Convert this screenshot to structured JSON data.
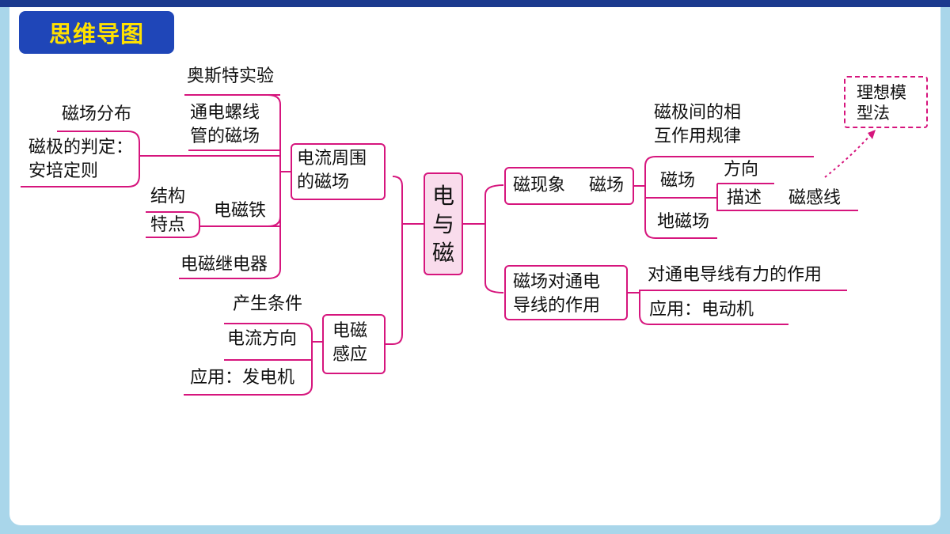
{
  "header": {
    "title": "思维导图"
  },
  "center": {
    "line1": "电",
    "line2": "与",
    "line3": "磁"
  },
  "left": {
    "current_field": {
      "line1": "电流周围",
      "line2": "的磁场"
    },
    "oersted": "奥斯特实验",
    "solenoid": {
      "line1": "通电螺线",
      "line2": "管的磁场"
    },
    "field_dist": "磁场分布",
    "pole_judge": {
      "line1": "磁极的判定：",
      "line2": "安培定则"
    },
    "electromagnet": "电磁铁",
    "structure": "结构",
    "features": "特点",
    "relay": "电磁继电器",
    "induction": {
      "line1": "电磁",
      "line2": "感应"
    },
    "conditions": "产生条件",
    "current_dir": "电流方向",
    "generator": "应用：发电机"
  },
  "right": {
    "phenomena": "磁现象",
    "field": "磁场",
    "pole_rule": {
      "line1": "磁极间的相",
      "line2": "互作用规律"
    },
    "field_sub": "磁场",
    "direction": "方向",
    "describe": "描述",
    "field_lines": "磁感线",
    "ideal_model": {
      "line1": "理想模",
      "line2": "型法"
    },
    "earth_field": "地磁场",
    "force": {
      "line1": "磁场对通电",
      "line2": "导线的作用"
    },
    "force_desc": "对通电导线有力的作用",
    "motor": "应用：电动机"
  },
  "colors": {
    "line": "#d6157d",
    "badge_bg": "#1f46b8",
    "badge_text": "#ffe100",
    "frame": "#a9d6ea"
  }
}
